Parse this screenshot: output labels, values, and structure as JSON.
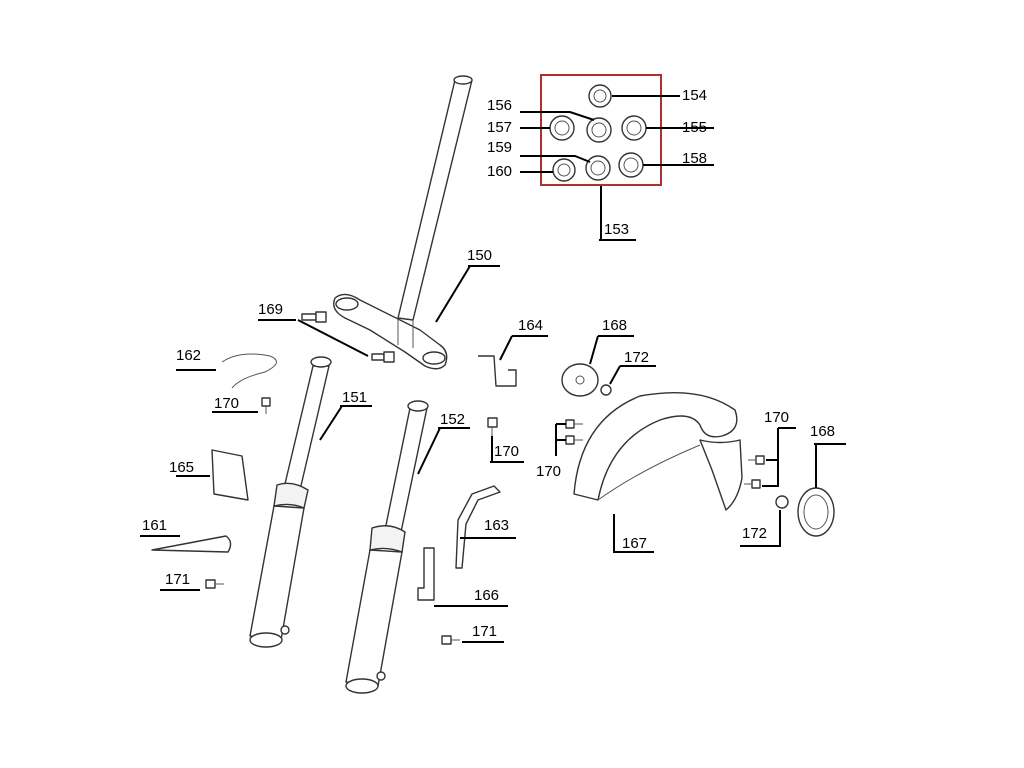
{
  "callouts": {
    "c150": "150",
    "c151": "151",
    "c152": "152",
    "c153": "153",
    "c154": "154",
    "c155": "155",
    "c156": "156",
    "c157": "157",
    "c158": "158",
    "c159": "159",
    "c160": "160",
    "c161": "161",
    "c162": "162",
    "c163": "163",
    "c164": "164",
    "c165": "165",
    "c166": "166",
    "c167": "167",
    "c168a": "168",
    "c168b": "168",
    "c169": "169",
    "c170a": "170",
    "c170b": "170",
    "c170c": "170",
    "c170d": "170",
    "c171a": "171",
    "c171b": "171",
    "c172a": "172",
    "c172b": "172"
  },
  "colors": {
    "kit_box": "#b03030",
    "lines": "#000000"
  }
}
